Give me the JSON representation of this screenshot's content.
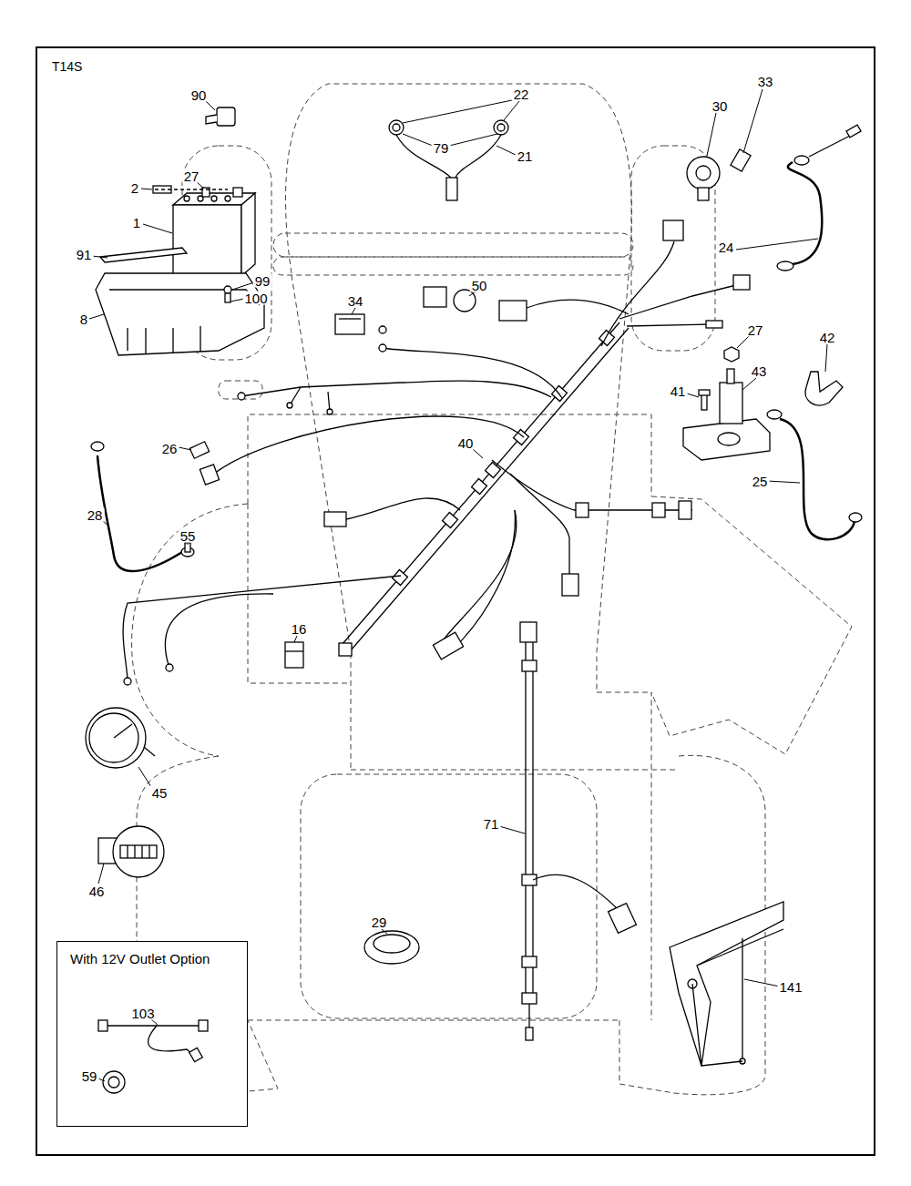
{
  "diagram": {
    "title": "T14S",
    "nodes": [
      {
        "text": [
          "With 12V Outlet Option"
        ]
      }
    ],
    "labels": [
      "90",
      "22",
      "33",
      "30",
      "27",
      "2",
      "79",
      "21",
      "1",
      "24",
      "91",
      "99",
      "50",
      "100",
      "8",
      "34",
      "27",
      "42",
      "43",
      "41",
      "26",
      "40",
      "25",
      "28",
      "55",
      "16",
      "45",
      "71",
      "46",
      "29",
      "141",
      "103",
      "59"
    ]
  }
}
